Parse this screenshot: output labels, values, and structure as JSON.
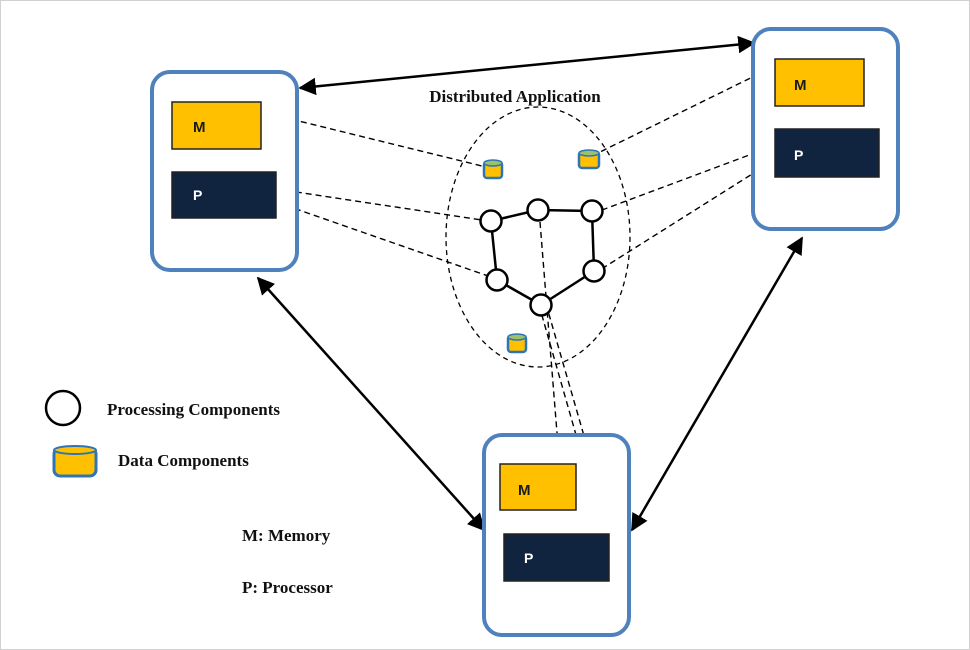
{
  "title": "Distributed Application",
  "nodes": [
    {
      "id": "node-left",
      "memory_label": "M",
      "processor_label": "P"
    },
    {
      "id": "node-right",
      "memory_label": "M",
      "processor_label": "P"
    },
    {
      "id": "node-bottom",
      "memory_label": "M",
      "processor_label": "P"
    }
  ],
  "legend": {
    "processing": "Processing Components",
    "data": "Data Components",
    "memory": "M: Memory",
    "processor": "P: Processor"
  },
  "colors": {
    "node_border": "#4f81bd",
    "memory_fill": "#ffc000",
    "processor_fill": "#10243f",
    "data_component_border": "#2e75b6"
  }
}
